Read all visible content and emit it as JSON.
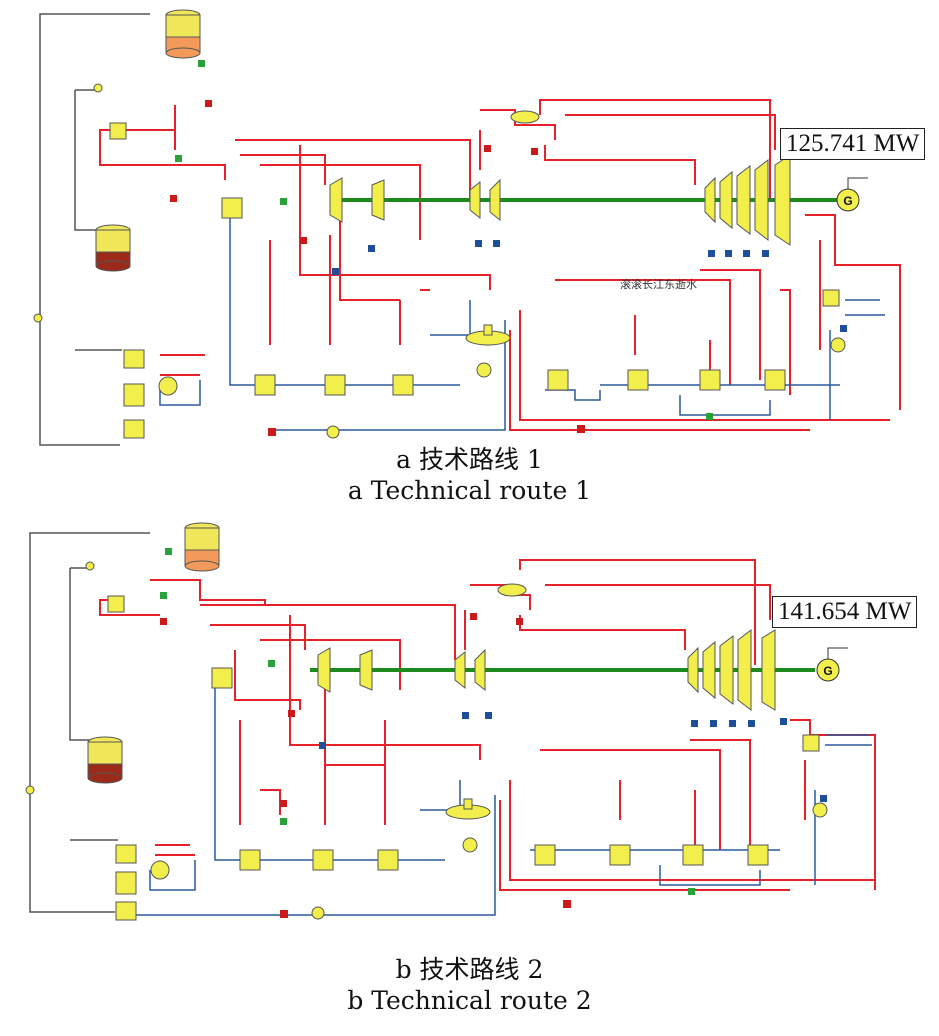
{
  "figure_a": {
    "power_output": "125.741 MW",
    "note": "滚滚长江东逝水",
    "caption_cn": "a  技术路线 1",
    "caption_en": "a  Technical route 1"
  },
  "figure_b": {
    "power_output": "141.654 MW",
    "caption_cn": "b  技术路线 2",
    "caption_en": "b  Technical route 2"
  },
  "generator_label": "G",
  "colors": {
    "steam_line": "#e8202a",
    "water_line": "#2a5a9c",
    "shaft": "#1e8a1e",
    "outline": "#555555",
    "component": "#f2ee4c",
    "valve_red": "#cc1a1a",
    "valve_blue": "#1e4f9a",
    "valve_green": "#2aa23a",
    "tank_yellow": "#f0e85a",
    "tank_orange": "#f39a5a",
    "tank_dark": "#9c2a1a"
  }
}
